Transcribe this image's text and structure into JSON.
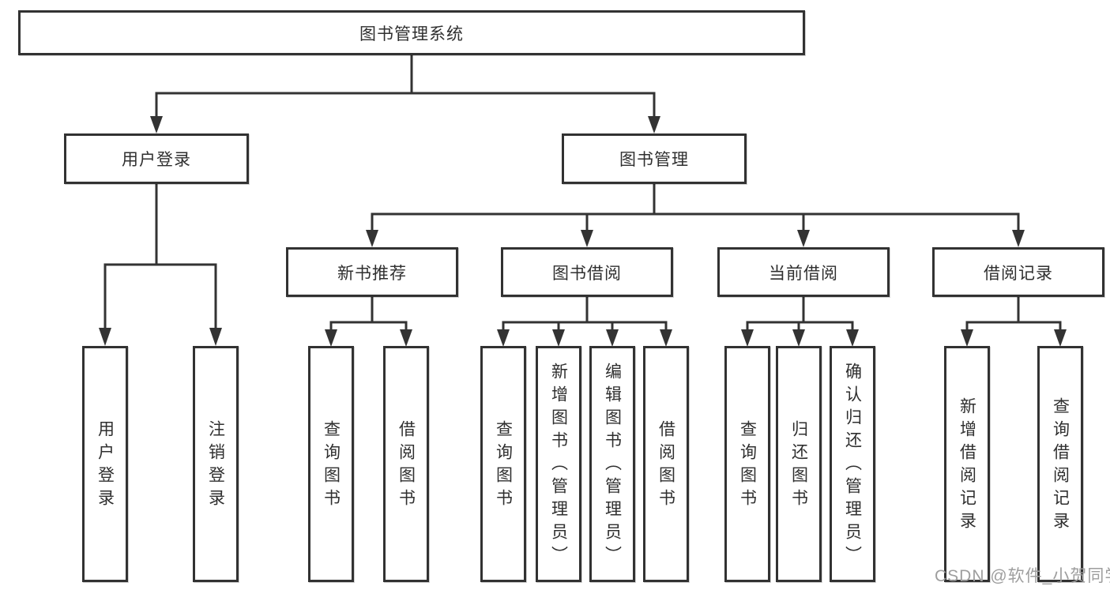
{
  "tree": {
    "root": "图书管理系统",
    "branches": [
      {
        "label": "用户登录",
        "children": [
          "用户登录",
          "注销登录"
        ]
      },
      {
        "label": "图书管理",
        "groups": [
          {
            "label": "新书推荐",
            "children": [
              "查询图书",
              "借阅图书"
            ]
          },
          {
            "label": "图书借阅",
            "children": [
              "查询图书",
              "新增图书（管理员）",
              "编辑图书（管理员）",
              "借阅图书"
            ]
          },
          {
            "label": "当前借阅",
            "children": [
              "查询图书",
              "归还图书",
              "确认归还（管理员）"
            ]
          },
          {
            "label": "借阅记录",
            "children": [
              "新增借阅记录",
              "查询借阅记录"
            ]
          }
        ]
      }
    ]
  },
  "watermark": "CSDN @软件_小贺同学",
  "colors": {
    "line": "#333333",
    "box_border": "#323232",
    "text": "#2f2f2f",
    "watermark": "#9e9e9e"
  }
}
